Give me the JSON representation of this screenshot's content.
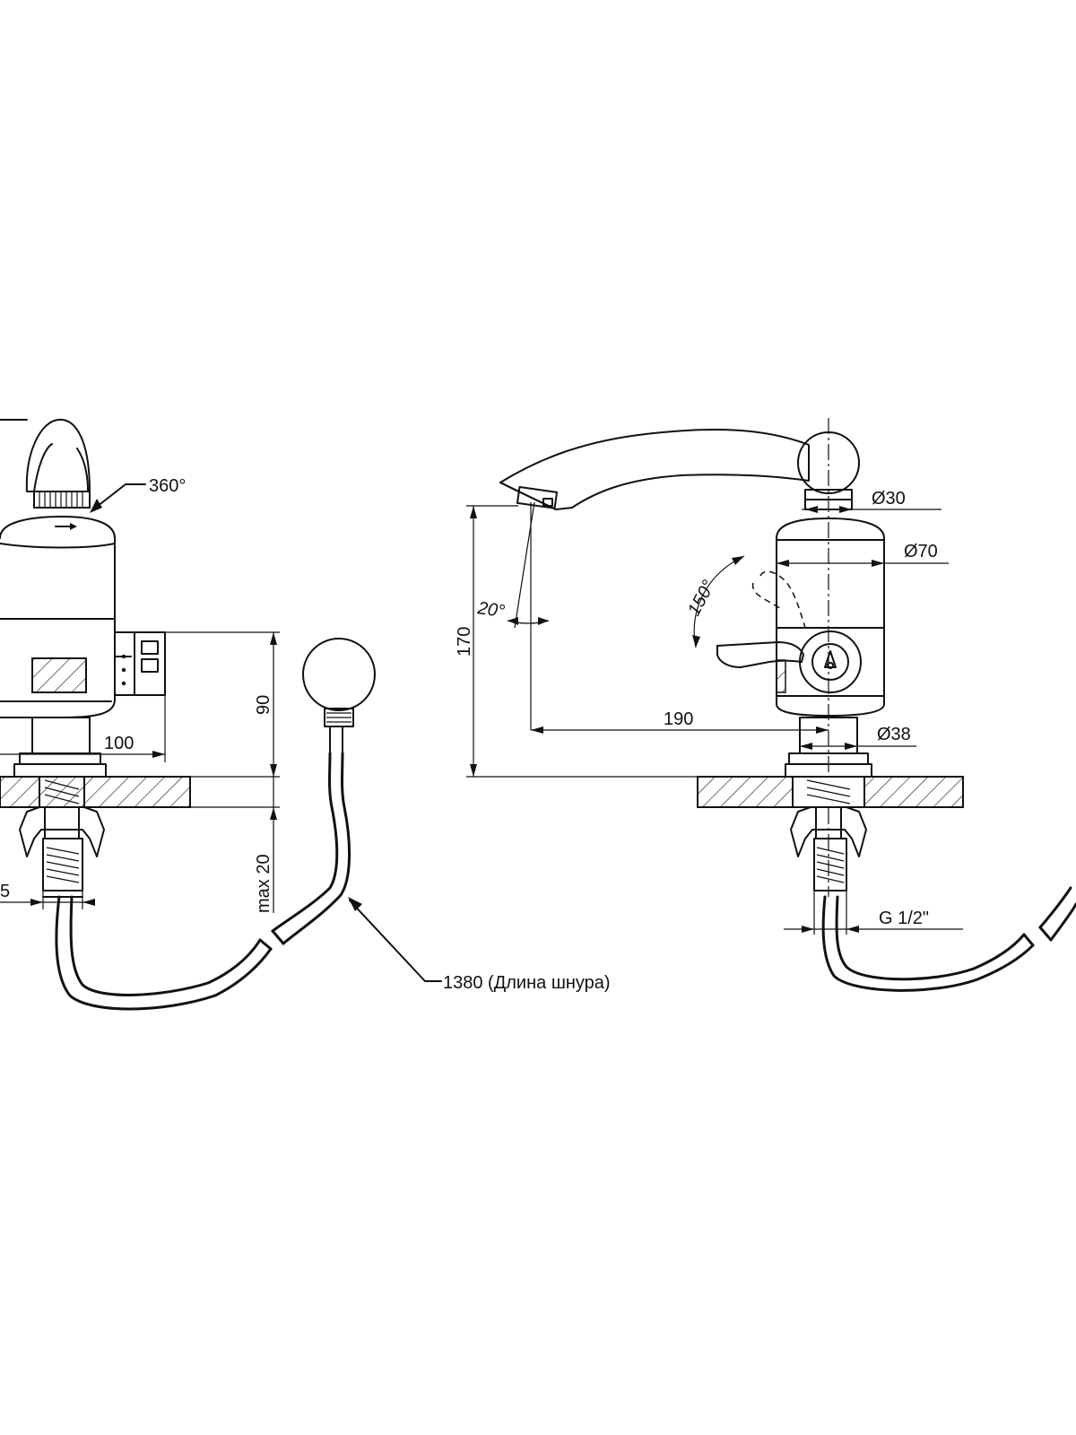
{
  "dimensions": {
    "rotation": "360°",
    "height_90": "90",
    "width_100": "100",
    "max_20": "max 20",
    "left_partial": "5",
    "cord": "1380 (Длина шнура)",
    "height_170": "170",
    "angle_20": "20°",
    "angle_150": "150°",
    "dia_30": "Ø30",
    "dia_70": "Ø70",
    "reach_190": "190",
    "dia_38": "Ø38",
    "thread": "G 1/2\""
  },
  "colors": {
    "line": "#111111",
    "background": "#ffffff"
  }
}
